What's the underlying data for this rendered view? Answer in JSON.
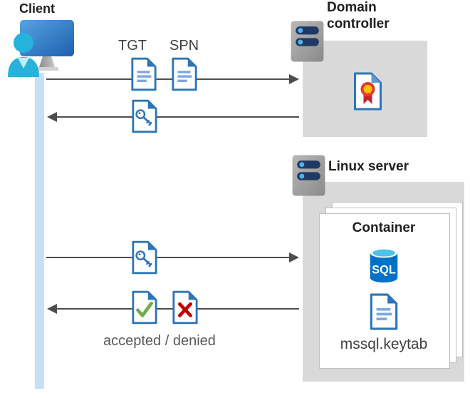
{
  "nodes": {
    "client": {
      "label": "Client"
    },
    "domain_controller": {
      "label": "Domain controller"
    },
    "linux_server": {
      "label": "Linux server"
    },
    "container": {
      "label": "Container",
      "database_label": "SQL",
      "keytab_label": "mssql.keytab"
    }
  },
  "messages": {
    "tgt_label": "TGT",
    "spn_label": "SPN",
    "result_label": "accepted / denied"
  },
  "icons": {
    "client": "user-at-monitor-icon",
    "domain_controller_server": "server-icon",
    "linux_server": "server-icon",
    "certificate": "certificate-icon",
    "tgt_document": "document-icon",
    "spn_document": "document-icon",
    "key_ticket_1": "key-document-icon",
    "key_ticket_2": "key-document-icon",
    "accepted": "check-document-icon",
    "denied": "x-document-icon",
    "sql_database": "sql-database-icon",
    "keytab_document": "document-icon",
    "lifeline": "client-lifeline"
  },
  "colors": {
    "doc_blue": "#2E75B6",
    "doc_lines_blue": "#7FA8DC",
    "accent_green": "#70AD47",
    "accent_red": "#C00000",
    "box_gray": "#D9D9D9",
    "arrow_gray": "#4D4D4D",
    "lifeline_blue": "#C8DFF8",
    "sql_blue": "#0072C6",
    "sql_top_cyan": "#4EC3E8",
    "person_cyan": "#26B2DA",
    "monitor_blue_light": "#4FA0E0",
    "monitor_blue_dark": "#2160AC",
    "server_bar_navy": "#1F3864",
    "server_dot_blue": "#4FB3E8",
    "cert_ring_red": "#E03C31",
    "cert_center_yellow": "#FFC000"
  }
}
